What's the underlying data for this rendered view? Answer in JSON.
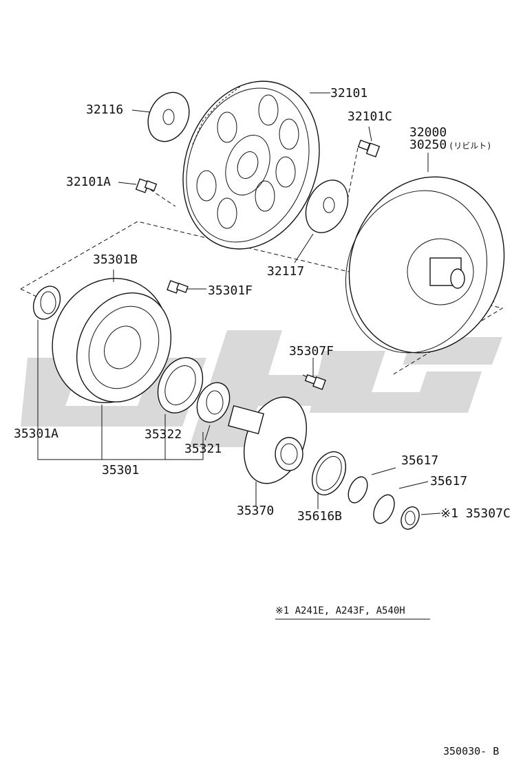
{
  "labels": {
    "p32101": "32101",
    "p32116": "32116",
    "p32101c": "32101C",
    "p32000": "32000",
    "p30250": "30250",
    "p30250_note": "(リビルト)",
    "p32101a": "32101A",
    "p32117": "32117",
    "p35301b": "35301B",
    "p35301f": "35301F",
    "p35307f": "35307F",
    "p35301a": "35301A",
    "p35322": "35322",
    "p35321": "35321",
    "p35301": "35301",
    "p35617a": "35617",
    "p35617b": "35617",
    "p35370": "35370",
    "p35616b": "35616B",
    "p35307c": "※1 35307C"
  },
  "footnote": "※1  A241E, A243F, A540H",
  "diagram_code": "350030- B",
  "colors": {
    "line": "#111111",
    "watermark": "#d9d9d9",
    "background": "#ffffff"
  }
}
